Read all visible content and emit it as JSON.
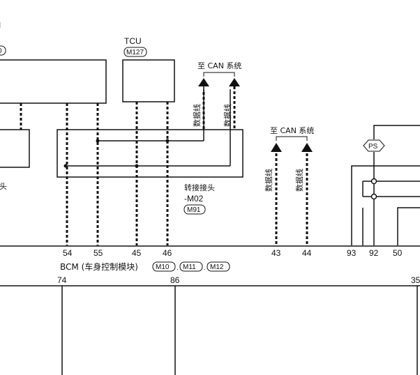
{
  "components": {
    "left_partial": {
      "connector_fragment": "0"
    },
    "tcu": {
      "name": "TCU",
      "connector": "M127"
    },
    "joint_connector": {
      "label_line1": "转接接头",
      "label_line2": "-M02",
      "connector": "M91"
    },
    "left_partial_label": "头",
    "ps": {
      "label": "PS"
    }
  },
  "can_groups": [
    {
      "title": "至 CAN 系统",
      "wires": [
        "数据线",
        "数据线"
      ]
    },
    {
      "title": "至 CAN 系统",
      "wires": [
        "数据线",
        "数据线"
      ]
    }
  ],
  "bcm": {
    "label": "BCM (车身控制模块)",
    "connectors": [
      "M10",
      "M11",
      "M12"
    ],
    "separator": ".",
    "pins_top": [
      "54",
      "55",
      "45",
      "46",
      "43",
      "44",
      "93",
      "92",
      "50"
    ],
    "pins_bottom": [
      "74",
      "86",
      "35"
    ]
  }
}
